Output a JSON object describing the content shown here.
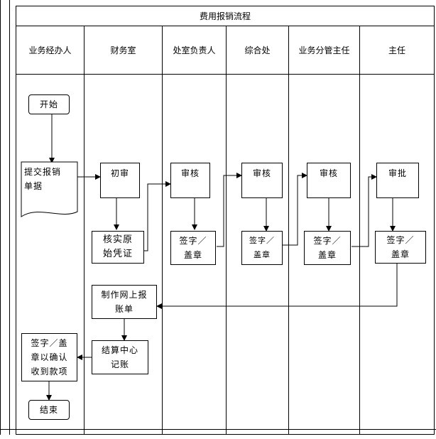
{
  "title": "费用报销流程",
  "lanes": [
    "业务经办人",
    "财务室",
    "处室负责人",
    "综合处",
    "业务分管主任",
    "主任"
  ],
  "nodes": {
    "start": "开始",
    "submit": "提交报销\n单据",
    "first_review": "初审",
    "verify": "核实原\n始凭证",
    "review1": "审核",
    "sign1": "签字／\n盖章",
    "review2": "审核",
    "sign2": "签字／\n盖章",
    "review3": "审核",
    "sign3": "签字／\n盖章",
    "approve": "审批",
    "sign4": "签字／\n盖章",
    "make_form": "制作网上报\n账单",
    "settle": "结算中心\n记账",
    "confirm": "签字／盖\n章以确认\n收到款项",
    "end": "结束"
  }
}
